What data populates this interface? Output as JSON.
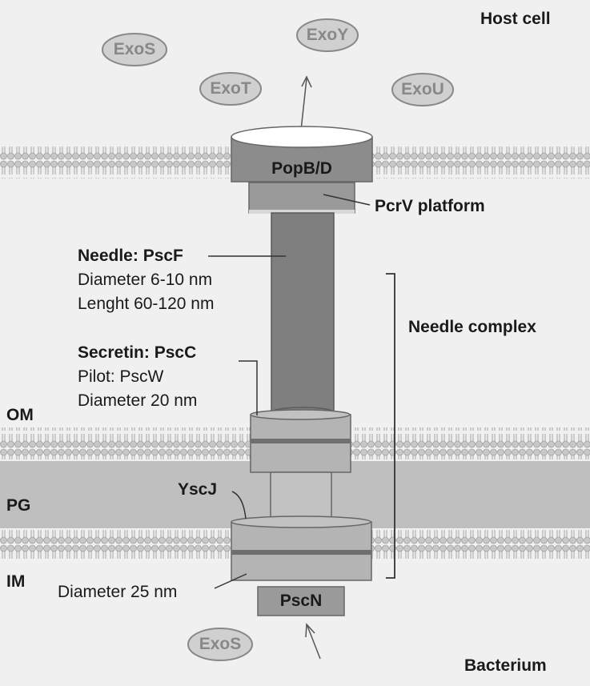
{
  "regions": {
    "host_cell": "Host cell",
    "bacterium": "Bacterium",
    "om": "OM",
    "pg": "PG",
    "im": "IM"
  },
  "effectors": {
    "exos_top": "ExoS",
    "exoy": "ExoY",
    "exot": "ExoT",
    "exou": "ExoU",
    "exos_bottom": "ExoS"
  },
  "components": {
    "popbd": "PopB/D",
    "pcrv": "PcrV platform",
    "pscn": "PscN",
    "yscj": "YscJ",
    "needle_complex": "Needle complex"
  },
  "needle": {
    "title": "Needle: PscF",
    "diameter": "Diameter  6-10 nm",
    "length": "Lenght  60-120 nm"
  },
  "secretin": {
    "title": "Secretin: PscC",
    "pilot": "Pilot: PscW",
    "diameter": "Diameter  20 nm"
  },
  "base": {
    "diameter": "Diameter  25 nm"
  },
  "colors": {
    "background": "#f0f0f0",
    "membrane_bead": "#c8c8c8",
    "peptidoglycan": "#bfbfbf",
    "needle": "#7f7f7f",
    "popbd": "#8c8c8c",
    "pcrv": "#9a9a9a",
    "secretin": "#b4b4b4",
    "effector_fill": "#d0d0d0"
  }
}
